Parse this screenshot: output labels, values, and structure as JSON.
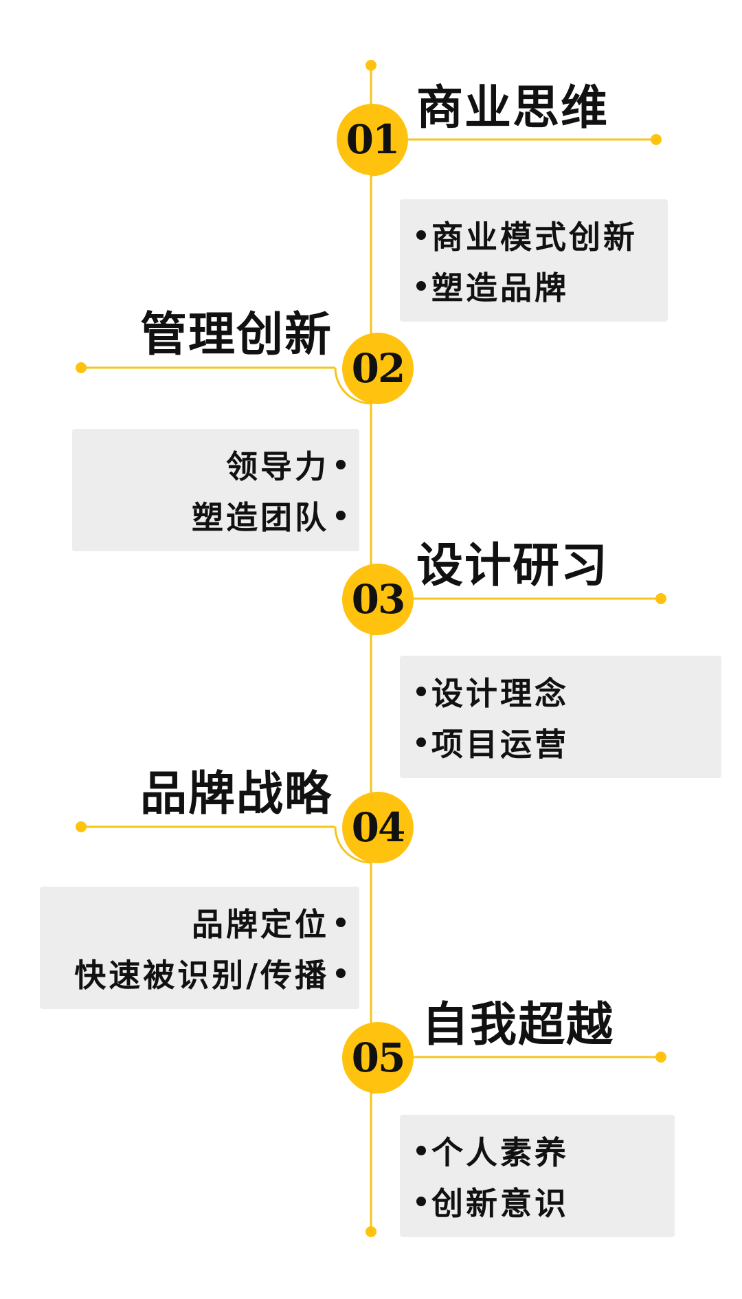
{
  "colors": {
    "accent": "#FFC20E",
    "line": "#F5C518",
    "box_bg": "#EDEDED",
    "text": "#111111",
    "background": "#FFFFFF"
  },
  "sections": [
    {
      "number": "01",
      "title": "商业思维",
      "side": "right",
      "items": [
        "商业模式创新",
        "塑造品牌"
      ]
    },
    {
      "number": "02",
      "title": "管理创新",
      "side": "left",
      "items": [
        "领导力",
        "塑造团队"
      ]
    },
    {
      "number": "03",
      "title": "设计研习",
      "side": "right",
      "items": [
        "设计理念",
        "项目运营"
      ]
    },
    {
      "number": "04",
      "title": "品牌战略",
      "side": "left",
      "items": [
        "品牌定位",
        "快速被识别/传播"
      ]
    },
    {
      "number": "05",
      "title": "自我超越",
      "side": "right",
      "items": [
        "个人素养",
        "创新意识"
      ]
    }
  ]
}
